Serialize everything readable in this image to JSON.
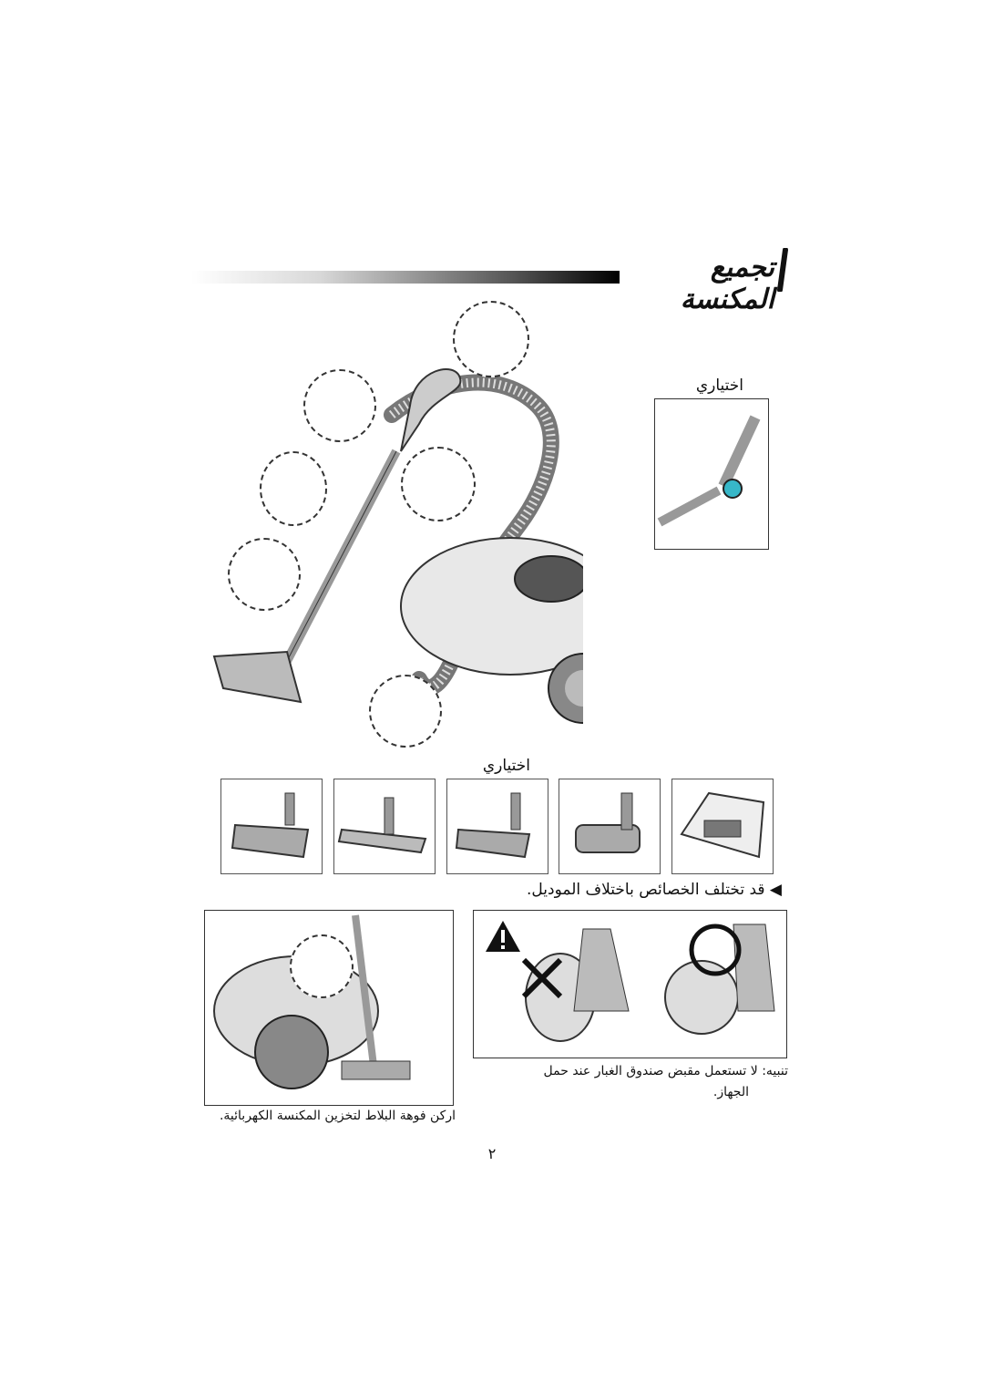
{
  "header": {
    "section_number": "١",
    "title": "تجميع المكنسة"
  },
  "optional_top_label": "اختياري",
  "optional_bottom_label": "اختياري",
  "note_differs": "قد تختلف الخصائص باختلاف الموديل.",
  "warning": {
    "line1": "تنبيه: لا تستعمل مقبض صندوق الغبار عند حمل",
    "line2": "الجهاز."
  },
  "storage_caption": "اركن فوهة البلاط لتخزين المكنسة الكهربائية.",
  "page_number": "٢",
  "icons": {
    "warning": "warning-triangle-icon",
    "wrong": "cross-mark-icon",
    "right": "circle-check-icon"
  }
}
